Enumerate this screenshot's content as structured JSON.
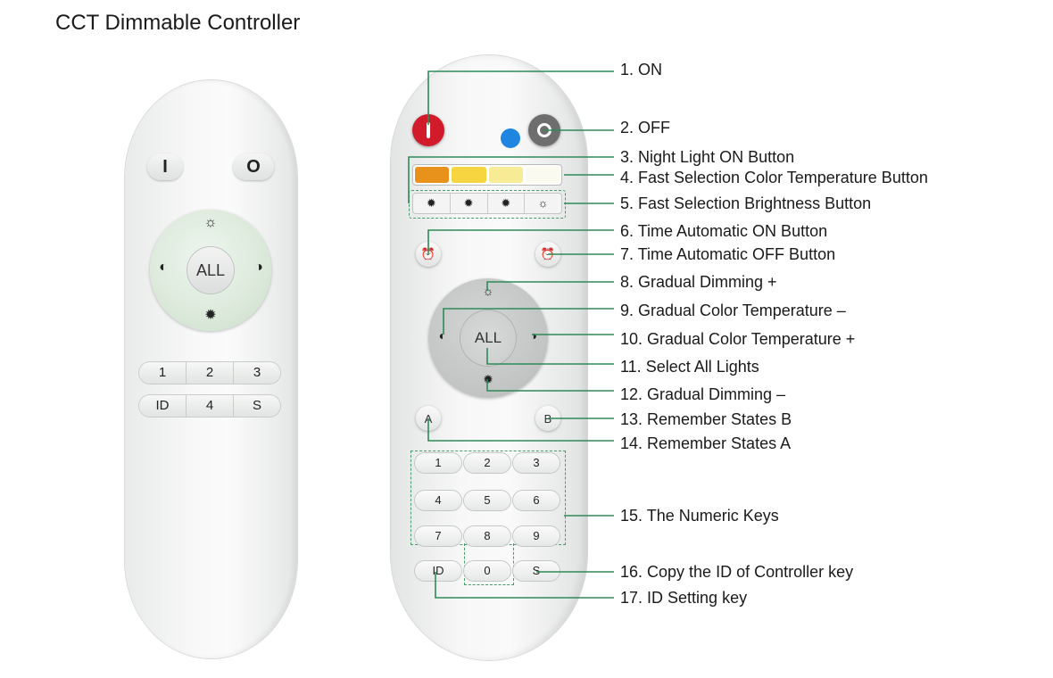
{
  "title": "CCT Dimmable Controller",
  "left_remote": {
    "on_symbol": "I",
    "off_symbol": "O",
    "dpad": {
      "top": "☼",
      "left": "◐",
      "right": "◑",
      "bottom": "✹",
      "center": "ALL"
    },
    "row1": [
      "1",
      "2",
      "3"
    ],
    "row2": [
      "ID",
      "4",
      "S"
    ]
  },
  "right_remote": {
    "brightness_glyphs": [
      "✹",
      "✹",
      "✹",
      "☼"
    ],
    "timer_on_glyph": "⏰",
    "timer_off_glyph": "⏰",
    "dpad": {
      "top": "☼",
      "left": "◐",
      "right": "◑",
      "bottom": "✹",
      "center": "ALL"
    },
    "memory_a": "A",
    "memory_b": "B",
    "keys": [
      "1",
      "2",
      "3",
      "4",
      "5",
      "6",
      "7",
      "8",
      "9",
      "ID",
      "0",
      "S"
    ],
    "colors": {
      "on": "#d11a2a",
      "off": "#6e6e6e",
      "night": "#1e86e0",
      "swatches": [
        "#e8921c",
        "#f6d540",
        "#f8eb95",
        "#fbfaf0"
      ],
      "leader": "#2e8a57"
    }
  },
  "labels": [
    "1.  ON",
    "2.  OFF",
    "3.  Night Light ON Button",
    "4.  Fast Selection Color Temperature Button",
    "5.  Fast Selection Brightness Button",
    "6.  Time Automatic ON Button",
    "7.  Time Automatic OFF Button",
    "8.  Gradual Dimming +",
    "9.  Gradual Color Temperature –",
    "10. Gradual Color Temperature +",
    "11.  Select All Lights",
    "12. Gradual Dimming –",
    "13. Remember States B",
    "14. Remember States A",
    "15. The Numeric Keys",
    "16. Copy the ID of  Controller key",
    "17. ID Setting key"
  ]
}
